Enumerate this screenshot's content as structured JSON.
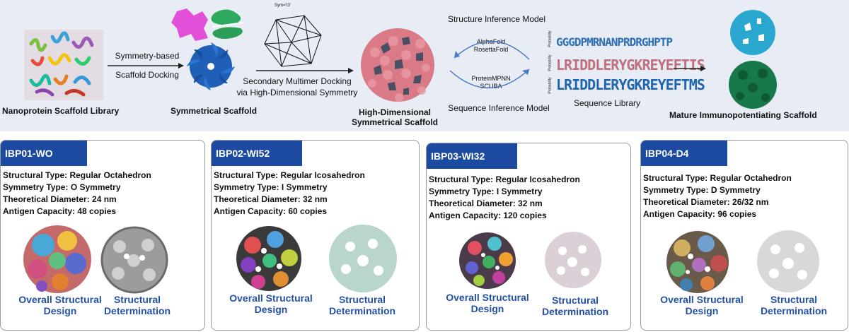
{
  "pipeline": {
    "library_label": "Nanoprotein Scaffold Library",
    "docking_line1": "Symmetry-based",
    "docking_line2": "Scaffold Docking",
    "symmetric_label": "Symmetrical Scaffold",
    "multimer_line1": "Secondary Multimer Docking",
    "multimer_line2": "via High-Dimensional Symmetry",
    "sym_text": "Sym='I3'",
    "hd_line1": "High-Dimensional",
    "hd_line2": "Symmetrical Scaffold",
    "structure_model": "Structure Inference Model",
    "alphafold": "AlphaFold",
    "rosettafold": "RosettaFold",
    "proteinmpnn": "ProteinMPNN",
    "scuba": "SCUBA",
    "sequence_model": "Sequence Inference Model",
    "seq_line1": "GGGDPMRNANPRDRGHPTP",
    "seq_line2": "LRIDDLERYGKREYEFTIS",
    "seq_line3": "LRIDDLERYGKREYEFTMS",
    "sequence_library": "Sequence Library",
    "mature_label": "Mature Immunopotentiating Scaffold",
    "probability_axis": "Probability",
    "colors": {
      "accent": "#1b4aa0",
      "band": "#e8ecf5",
      "caption": "#2450a6"
    }
  },
  "cards": [
    {
      "title": "IBP01-WO",
      "structural_type": "Structural Type: Regular Octahedron",
      "symmetry_type": "Symmetry Type: O Symmetry",
      "diameter": "Theoretical Diameter: 24 nm",
      "capacity": "Antigen Capacity: 48 copies",
      "cap_left_1": "Overall Structural",
      "cap_left_2": "Design",
      "cap_right_1": "Structural",
      "cap_right_2": "Determination"
    },
    {
      "title": "IBP02-WI52",
      "structural_type": "Structural Type: Regular Icosahedron",
      "symmetry_type": "Symmetry Type: I Symmetry",
      "diameter": "Theoretical Diameter: 32 nm",
      "capacity": "Antigen Capacity: 60 copies",
      "cap_left_1": "Overall Structural",
      "cap_left_2": "Design",
      "cap_right_1": "Structural",
      "cap_right_2": "Determination"
    },
    {
      "title": "IBP03-WI32",
      "structural_type": "Structural Type: Regular Icosahedron",
      "symmetry_type": "Symmetry Type: I Symmetry",
      "diameter": "Theoretical Diameter: 32 nm",
      "capacity": "Antigen Capacity: 120 copies",
      "cap_left_1": "Overall Structural",
      "cap_left_2": "Design",
      "cap_right_1": "Structural",
      "cap_right_2": "Determination"
    },
    {
      "title": "IBP04-D4",
      "structural_type": "Structural Type: Regular Octahedron",
      "symmetry_type": "Symmetry Type: D Symmetry",
      "diameter": "Theoretical Diameter: 26/32 nm",
      "capacity": "Antigen Capacity: 96 copies",
      "cap_left_1": "Overall Structural",
      "cap_left_2": "Design",
      "cap_right_1": "Structural",
      "cap_right_2": "Determination"
    }
  ]
}
